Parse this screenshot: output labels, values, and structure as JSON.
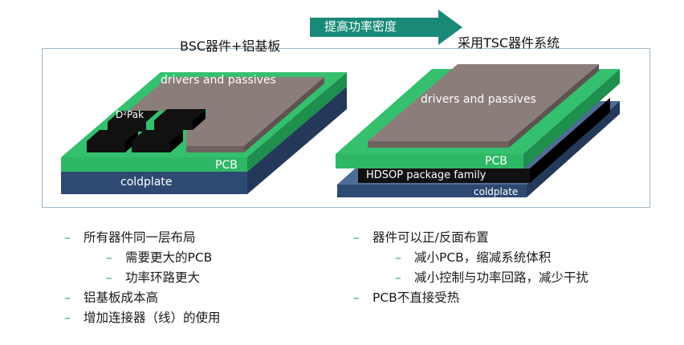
{
  "arrow": {
    "label": "提高功率密度",
    "color": "#1a8a78"
  },
  "left_title": "BSC器件+铝基板",
  "right_title": "采用TSC器件系统",
  "left_diagram": {
    "top_label": "drivers and passives",
    "chip_label": "D²Pak",
    "pcb_label": "PCB",
    "base_label": "coldplate"
  },
  "right_diagram": {
    "top_label": "drivers and passives",
    "pcb_label": "PCB",
    "package_label": "HDSOP package family",
    "base_label": "coldplate"
  },
  "left_bullets": [
    {
      "level": 1,
      "text": "所有器件同一层布局"
    },
    {
      "level": 2,
      "text": "需要更大的PCB"
    },
    {
      "level": 2,
      "text": "功率环路更大"
    },
    {
      "level": 1,
      "text": "铝基板成本高"
    },
    {
      "level": 1,
      "text": "增加连接器（线）的使用"
    }
  ],
  "right_bullets": [
    {
      "level": 1,
      "text": "器件可以正/反面布置"
    },
    {
      "level": 2,
      "text": "减小PCB，缩减系统体积"
    },
    {
      "level": 2,
      "text": "减小控制与功率回路，减少干扰"
    },
    {
      "level": 1,
      "text": "PCB不直接受热"
    }
  ],
  "bullet_marker": "–",
  "colors": {
    "green": "#2eb866",
    "green_dark": "#1e8f4c",
    "blue": "#2e4a72",
    "blue_light": "#4e6d96",
    "taupe": "#8b7d79",
    "taupe_dark": "#6e625f",
    "chip": "#111111",
    "accent_dash": "#2aa06b"
  }
}
